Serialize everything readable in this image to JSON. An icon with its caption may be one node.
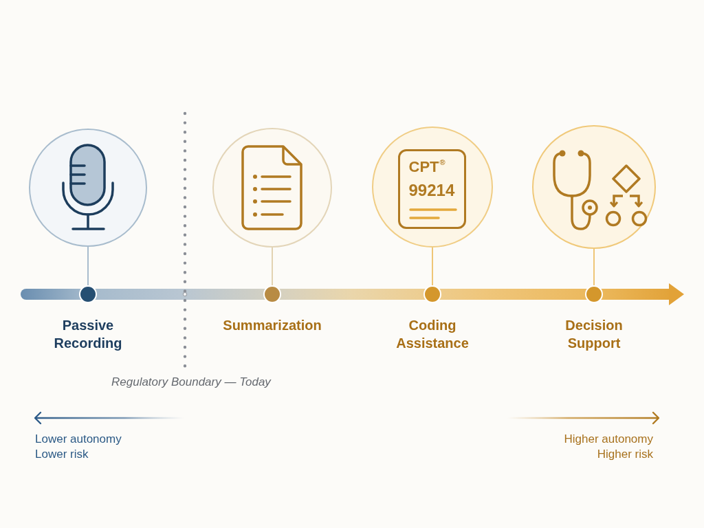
{
  "diagram": {
    "nodes": [
      {
        "text": [],
        "shape": "circle"
      },
      {
        "text": [],
        "shape": "circle"
      },
      {
        "text": [],
        "shape": "circle"
      },
      {
        "text": [
          "CPT$^{®}$",
          "99214"
        ],
        "in": 2
      },
      {
        "text": [],
        "shape": "circle"
      },
      {
        "text": [],
        "shape": "circle",
        "beside": [
          "Passive Recording"
        ]
      },
      {
        "text": [],
        "shape": "circle",
        "beside": [
          "Summarization"
        ]
      },
      {
        "text": [],
        "shape": "circle",
        "beside": [
          "Coding Assistance"
        ]
      },
      {
        "text": [],
        "shape": "circle",
        "beside": [
          "Decision Support"
        ]
      }
    ],
    "edges": [
      {
        "from": 0,
        "to": 5,
        "arrow": "none",
        "color": "#a9bccd"
      },
      {
        "from": 1,
        "to": 6,
        "arrow": "none",
        "color": "#e2d3b2"
      },
      {
        "from": 2,
        "to": 7,
        "arrow": "none"
      },
      {
        "from": 4,
        "to": 8,
        "arrow": "none"
      }
    ],
    "labels": [
      "Regulatory Boundary — Today",
      "Lower autonomy",
      "Lower risk",
      "Higher autonomy",
      "Higher risk"
    ]
  }
}
